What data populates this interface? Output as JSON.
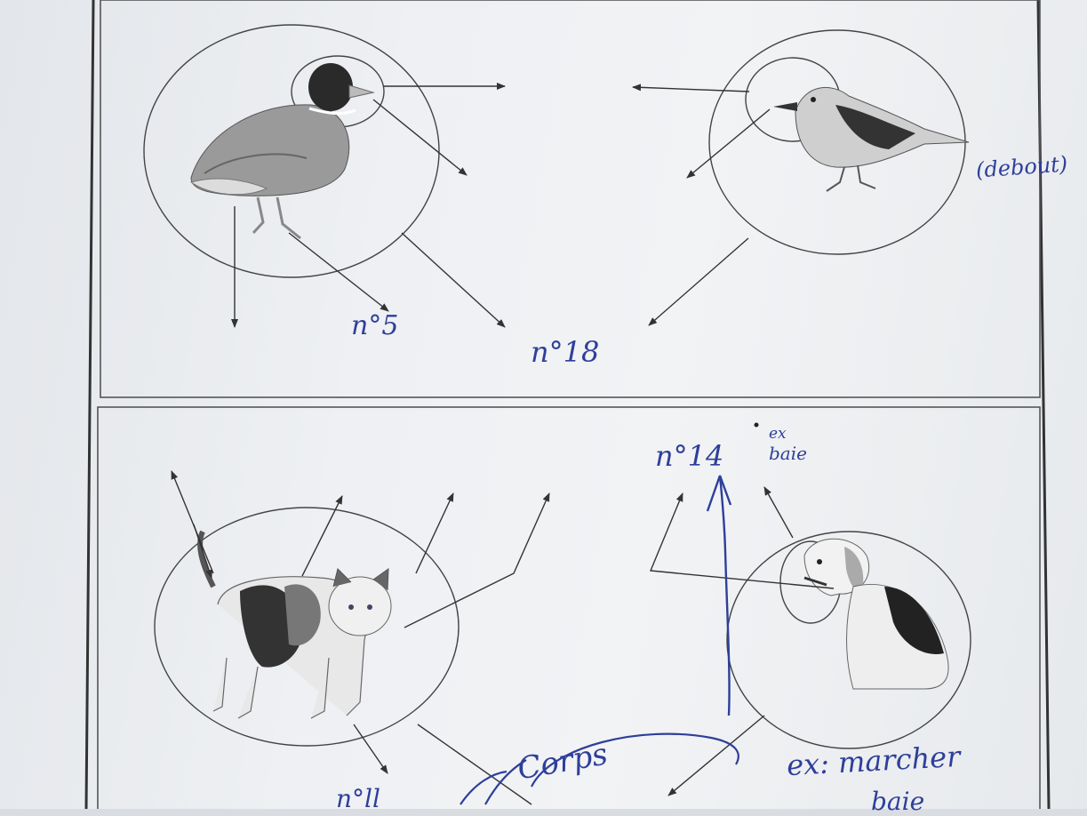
{
  "worksheet": {
    "top_panel": {
      "notes": {
        "duck_feet": "n°5",
        "center": "n°18",
        "bird_side": "(debout)"
      }
    },
    "bottom_panel": {
      "notes": {
        "dog_mouth": "n°14",
        "ex": "ex",
        "baie": "baie",
        "corps": "Corps",
        "ex_marcher": "ex: marcher",
        "bottom_left_partial": "n°ll",
        "bottom_right_partial": "baie"
      }
    },
    "colors": {
      "paper": "#eef0f3",
      "ink_print": "#3a3a3a",
      "ink_pen": "#2e3f9a"
    }
  }
}
